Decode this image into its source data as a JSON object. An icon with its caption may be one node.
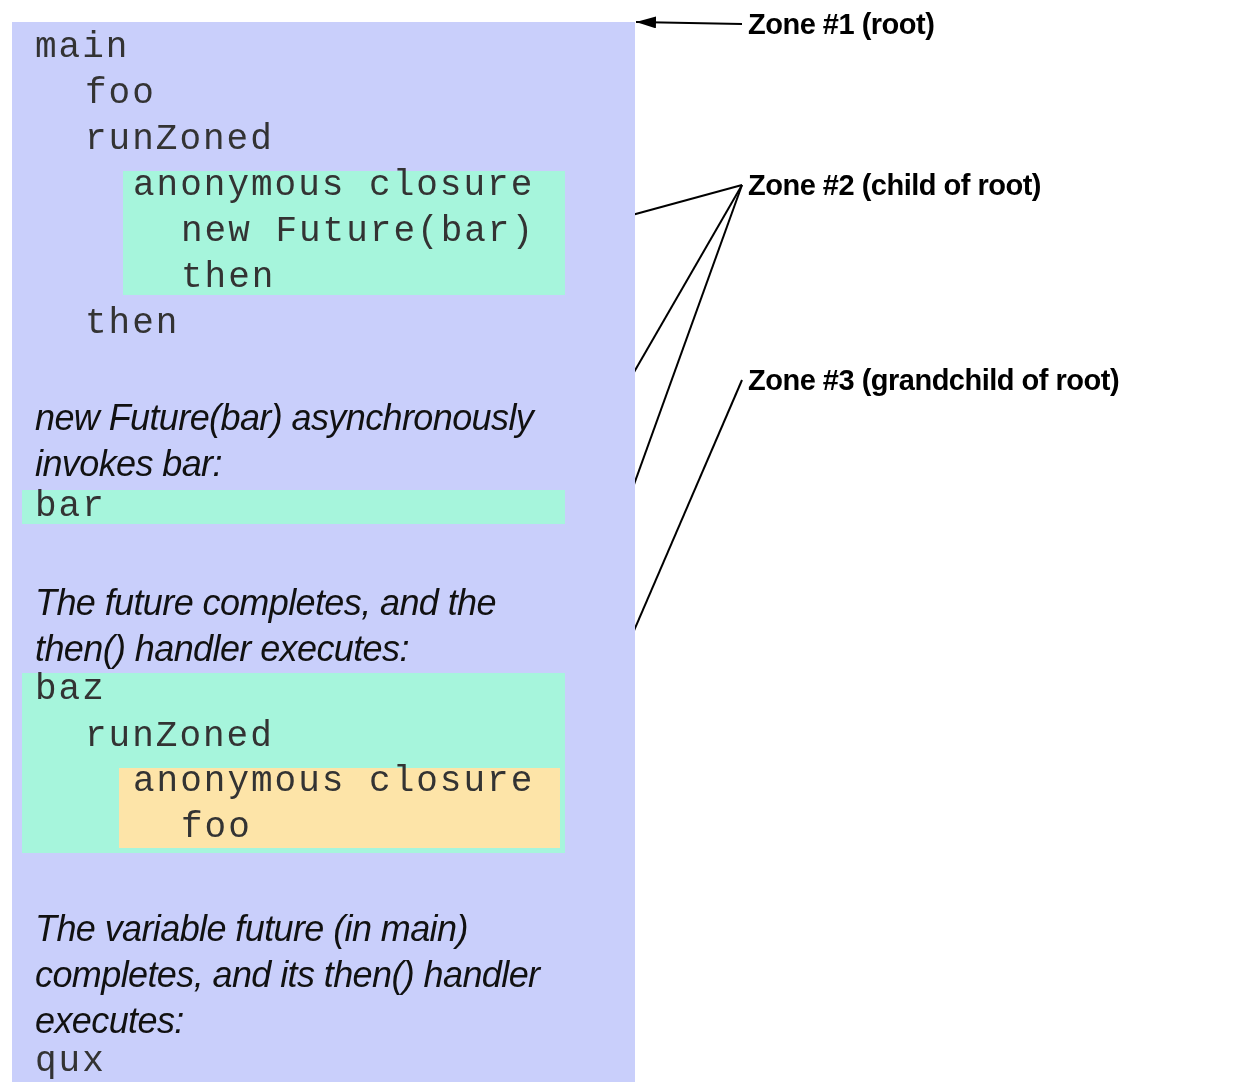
{
  "diagram": {
    "nodes": [
      {
        "text": [
          "main",
          "foo",
          "runZoned",
          "then",
          "new Future(bar) asynchronously invokes bar:",
          "The future completes, and the then() handler executes:",
          "The variable future (in main) completes, and its then() handler executes:",
          "qux"
        ]
      },
      {
        "text": [
          "anonymous closure",
          "new Future(bar)",
          "then"
        ],
        "in": 0
      },
      {
        "text": [
          "bar"
        ],
        "in": 0
      },
      {
        "text": [
          "baz",
          "runZoned"
        ],
        "in": 0
      },
      {
        "text": [
          "anonymous closure",
          "foo"
        ],
        "in": 3
      },
      {
        "text": [
          "Zone #1 (root)"
        ]
      },
      {
        "text": [
          "Zone #2 (child of root)"
        ]
      },
      {
        "text": [
          "Zone #3 (grandchild of root)"
        ]
      }
    ],
    "edges": [
      {
        "from": 5,
        "to": 0,
        "arrow": "to"
      },
      {
        "from": 6,
        "to": 1,
        "arrow": "to"
      },
      {
        "from": 6,
        "to": 2,
        "arrow": "to"
      },
      {
        "from": 6,
        "to": 3,
        "arrow": "to"
      },
      {
        "from": 7,
        "to": 4,
        "arrow": "to"
      }
    ]
  }
}
